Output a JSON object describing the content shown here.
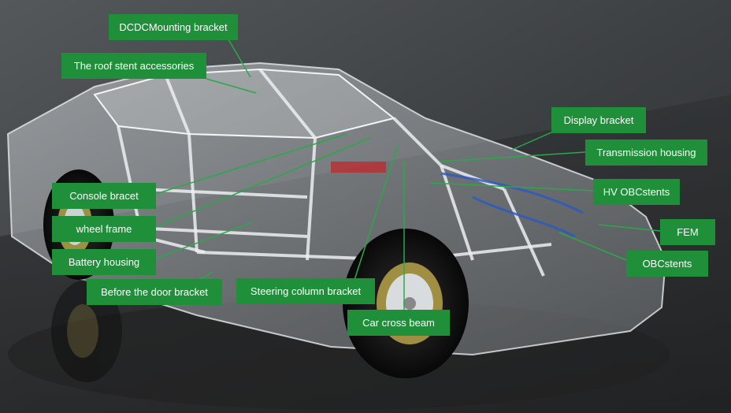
{
  "accent": "#1f8f3a",
  "labels": {
    "dcdc": "DCDCMounting bracket",
    "roof": "The roof stent accessories",
    "display": "Display bracket",
    "transmission": "Transmission housing",
    "console": "Console bracet",
    "hv": "HV OBCstents",
    "wheel": "wheel frame",
    "fem": "FEM",
    "battery": "Battery housing",
    "obc": "OBCstents",
    "door": "Before the door bracket",
    "steering": "Steering column bracket",
    "beam": "Car cross beam"
  }
}
